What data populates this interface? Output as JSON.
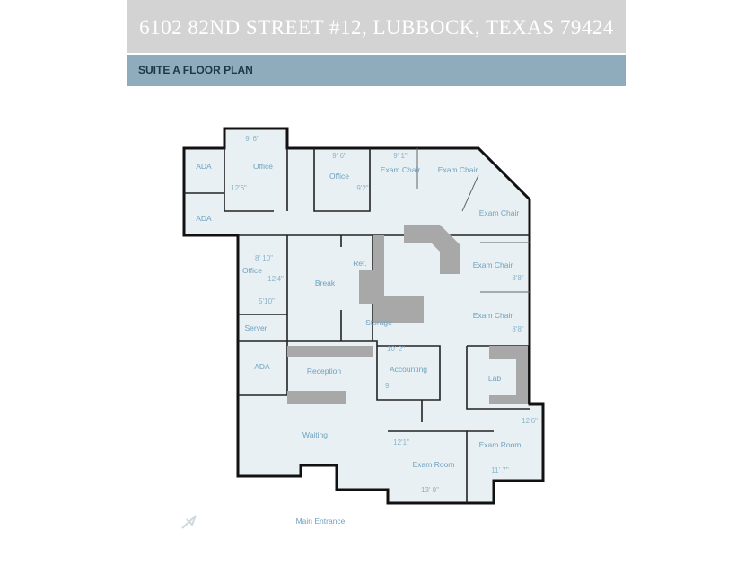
{
  "header": {
    "title": "6102 82ND STREET #12, LUBBOCK, TEXAS 79424",
    "subtitle": "SUITE A FLOOR PLAN"
  },
  "colors": {
    "floor": "#e8f0f3",
    "wall": "#111111",
    "counter": "#a8a8a8",
    "label": "#6fa2bf",
    "band": "#8eacbb"
  },
  "rooms": [
    "ADA",
    "ADA",
    "Office",
    "Office",
    "Exam Chair",
    "Exam Chair",
    "Exam Chair",
    "Exam Chair",
    "Exam Chair",
    "Office",
    "Break",
    "Ref.",
    "Storage",
    "Server",
    "ADA",
    "Reception",
    "Accounting",
    "Lab",
    "Waiting",
    "Exam Room",
    "Exam Room",
    "Main Entrance"
  ],
  "dimensions": [
    "9' 6\"",
    "12'6\"",
    "9' 6\"",
    "9'2\"",
    "9' 1\"",
    "8' 10\"",
    "12'4\"",
    "5'10\"",
    "8'8\"",
    "8'8\"",
    "10' 2\"",
    "9'",
    "12'1\"",
    "13' 9\"",
    "12'6\"",
    "11' 7\""
  ],
  "compass": "north-arrow-icon"
}
